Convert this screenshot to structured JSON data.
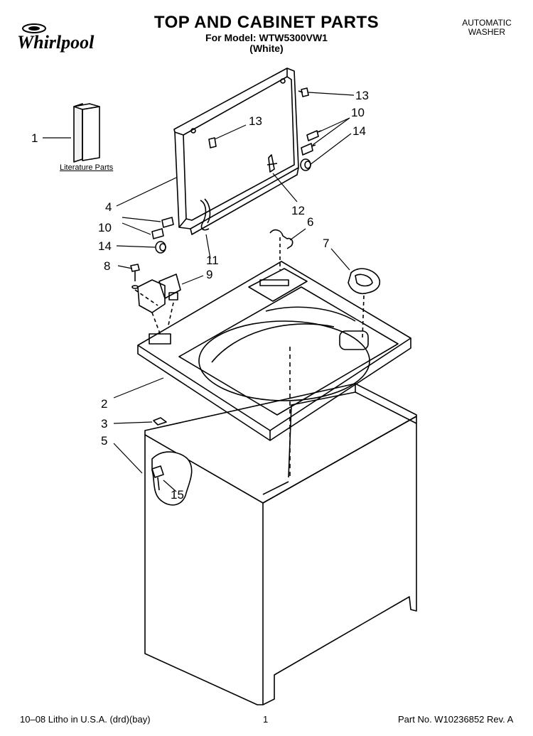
{
  "header": {
    "brand": "Whirlpool",
    "title": "TOP AND CABINET PARTS",
    "model_line": "For Model: WTW5300VW1",
    "color_line": "(White)",
    "doc_type_line1": "AUTOMATIC",
    "doc_type_line2": "WASHER"
  },
  "literature_label": "Literature Parts",
  "callouts": {
    "c1": "1",
    "c2": "2",
    "c3": "3",
    "c4": "4",
    "c5": "5",
    "c6": "6",
    "c7": "7",
    "c8": "8",
    "c9": "9",
    "c10a": "10",
    "c10b": "10",
    "c11": "11",
    "c12": "12",
    "c13a": "13",
    "c13b": "13",
    "c14a": "14",
    "c14b": "14",
    "c15": "15"
  },
  "footer": {
    "left": "10–08 Litho in U.S.A. (drd)(bay)",
    "page": "1",
    "part_no": "Part No. W10236852 Rev. A"
  }
}
